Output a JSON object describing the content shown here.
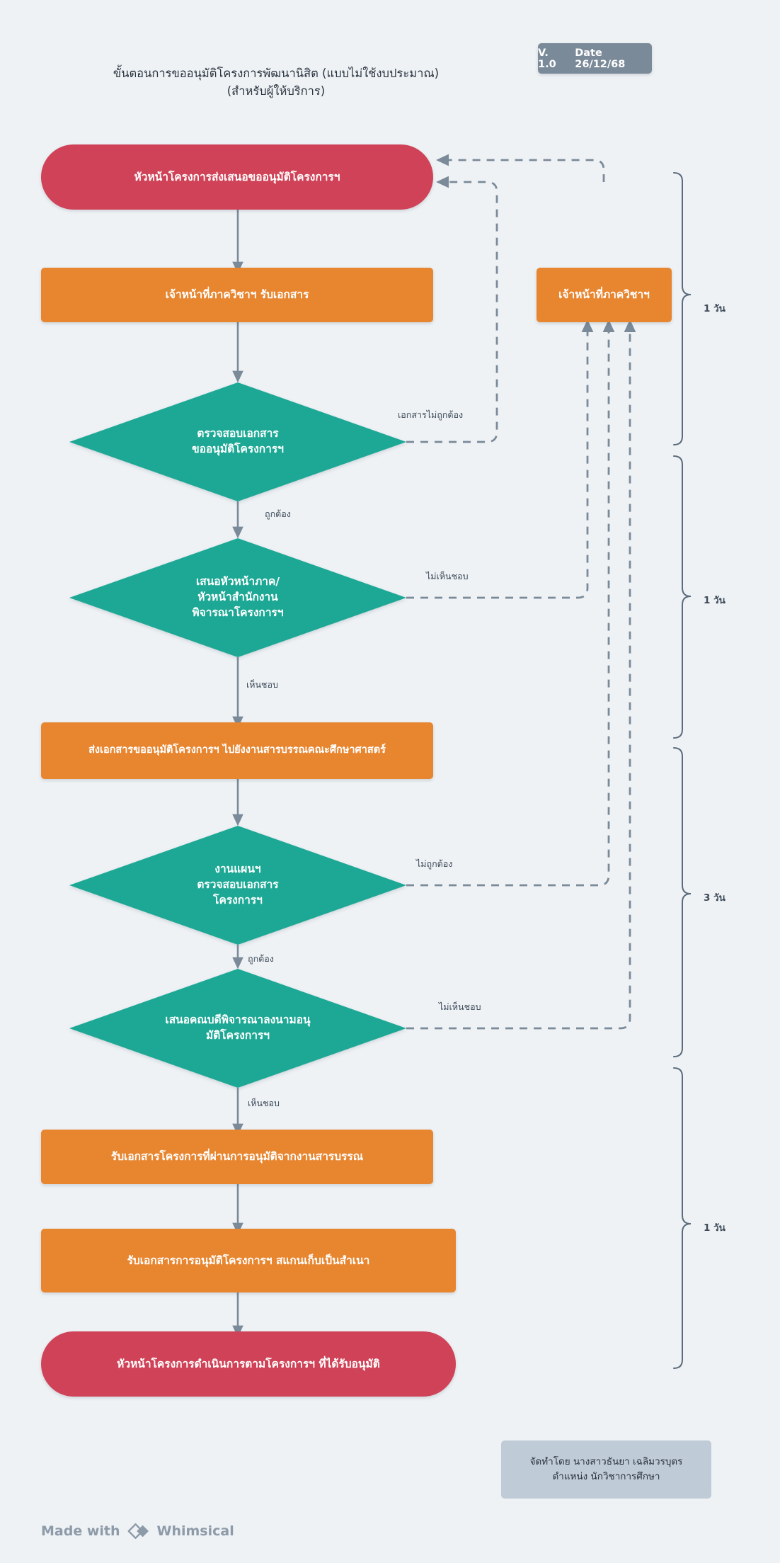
{
  "header": {
    "title_line1": "ขั้นตอนการขออนุมัติโครงการพัฒนานิสิต (แบบไม่ใช้งบประมาณ)",
    "title_line2": "(สำหรับผู้ให้บริการ)",
    "version": "V. 1.0",
    "date": "Date 26/12/68"
  },
  "nodes": {
    "start": "หัวหน้าโครงการส่งเสนอขออนุมัติโครงการฯ",
    "receive_docs": "เจ้าหน้าที่ภาควิชาฯ รับเอกสาร",
    "staff_return": "เจ้าหน้าที่ภาควิชาฯ",
    "check_docs_line1": "ตรวจสอบเอกสาร",
    "check_docs_line2": "ขออนุมัติโครงการฯ",
    "head_review_line1": "เสนอหัวหน้าภาค/",
    "head_review_line2": "หัวหน้าสำนักงาน",
    "head_review_line3": "พิจารณาโครงการฯ",
    "send_to_registry": "ส่งเอกสารขออนุมัติโครงการฯ ไปยังงานสารบรรณคณะศึกษาศาสตร์",
    "plan_check_line1": "งานแผนฯ",
    "plan_check_line2": "ตรวจสอบเอกสาร",
    "plan_check_line3": "โครงการฯ",
    "dean_sign_line1": "เสนอคณบดีพิจารณาลงนามอนุ",
    "dean_sign_line2": "มัติโครงการฯ",
    "receive_approved": "รับเอกสารโครงการที่ผ่านการอนุมัติจากงานสารบรรณ",
    "scan_copy": "รับเอกสารการอนุมัติโครงการฯ สแกนเก็บเป็นสำเนา",
    "end": "หัวหน้าโครงการดำเนินการตามโครงการฯ ที่ได้รับอนุมัติ"
  },
  "edge_labels": {
    "docs_incorrect": "เอกสารไม่ถูกต้อง",
    "correct_1": "ถูกต้อง",
    "not_approved_1": "ไม่เห็นชอบ",
    "approved_1": "เห็นชอบ",
    "incorrect_2": "ไม่ถูกต้อง",
    "correct_2": "ถูกต้อง",
    "not_approved_2": "ไม่เห็นชอบ",
    "approved_2": "เห็นชอบ"
  },
  "brackets": [
    {
      "label": "1 วัน"
    },
    {
      "label": "1 วัน"
    },
    {
      "label": "3 วัน"
    },
    {
      "label": "1 วัน"
    }
  ],
  "footer": {
    "author_line1": "จัดทำโดย นางสาวธันยา เฉลิมวรบุตร",
    "author_line2": "ตำแหน่ง นักวิชาการศึกษา",
    "watermark_prefix": "Made with",
    "watermark_brand": "Whimsical"
  },
  "colors": {
    "background": "#eef2f5",
    "terminator": "#d04257",
    "process": "#e8852f",
    "decision": "#1ba894",
    "connector": "#7b8a99",
    "badge": "#7b8a99",
    "note": "#bfcbd6"
  }
}
